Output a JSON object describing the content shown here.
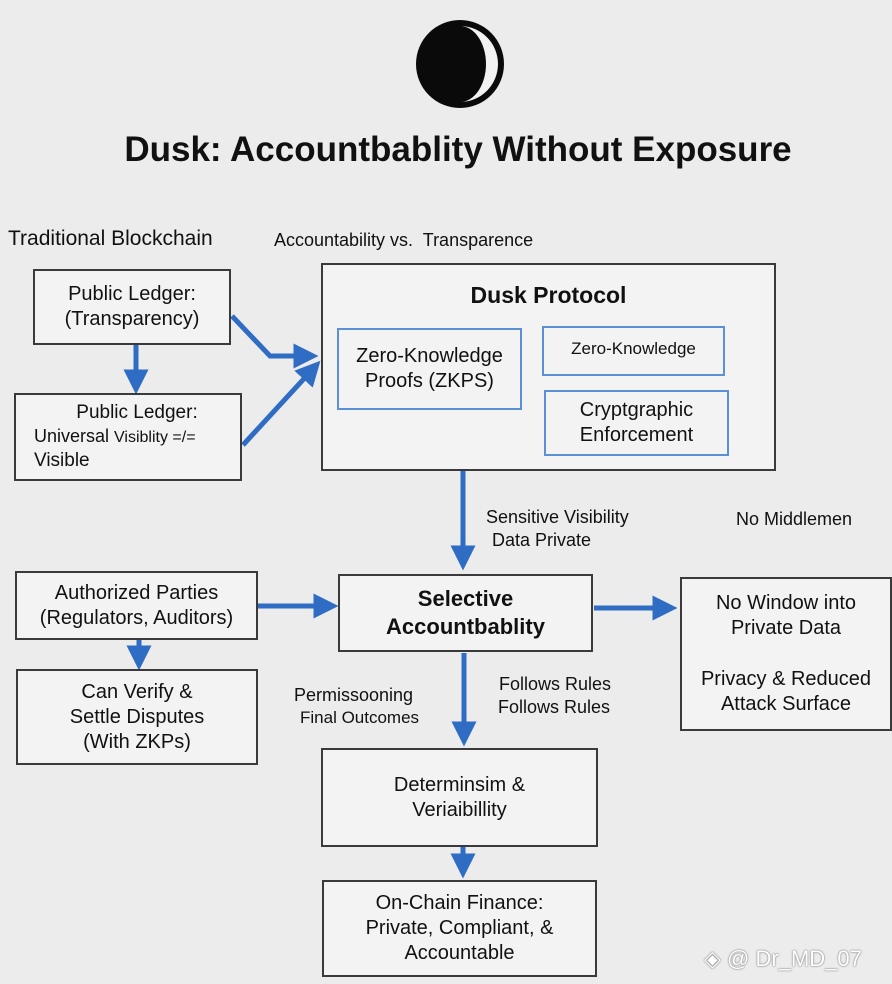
{
  "title": "Dusk: Accountbablity Without Exposure",
  "colors": {
    "accent": "#2f6cc4",
    "box_border": "#3a3a3a",
    "inner_border": "#5b8fd6",
    "background": "#ececec"
  },
  "icon": "half-moon-icon",
  "labels": {
    "traditional": "Traditional Blockchain",
    "accountability_vs": "Accountability vs.  Transparence",
    "sensitive_1": "Sensitive Visibility",
    "sensitive_2": "Data Private",
    "no_middlemen": "No Middlemen",
    "permissioning": "Permissooning",
    "final_outcomes": "Final Outcomes",
    "follows_1": "Follows Rules",
    "follows_2": "Follows Rules"
  },
  "boxes": {
    "public_ledger_1": {
      "line1": "Public Ledger:",
      "line2": "(Transparency)"
    },
    "public_ledger_2": {
      "line1": "Public Ledger:",
      "line2a": "Universal ",
      "line2b": "Visiblity =/=",
      "line3": "Visible"
    },
    "dusk_protocol": {
      "title": "Dusk Protocol",
      "zkp_1": "Zero-Knowledge",
      "zkp_2": "Proofs (ZKPS)",
      "zk": "Zero-Knowledge",
      "crypto_1": "Cryptgraphic",
      "crypto_2": "Enforcement"
    },
    "authorized": {
      "line1": "Authorized Parties",
      "line2": "(Regulators, Auditors)"
    },
    "selective": {
      "line1": "Selective",
      "line2": "Accountbablity"
    },
    "no_window": {
      "line1": "No Window into",
      "line2": "Private Data",
      "line3": "Privacy & Reduced",
      "line4": "Attack Surface"
    },
    "can_verify": {
      "line1": "Can Verify &",
      "line2": "Settle Disputes",
      "line3": "(With ZKPs)"
    },
    "determinism": {
      "line1": "Determinsim &",
      "line2": "Veriaibillity"
    },
    "onchain": {
      "line1": "On-Chain Finance:",
      "line2": "Private, Compliant, &",
      "line3": "Accountable"
    }
  },
  "watermark": "@ Dr_MD_07"
}
